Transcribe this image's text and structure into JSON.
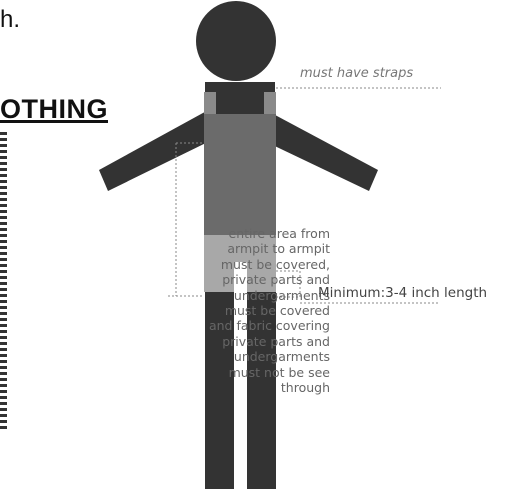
{
  "fragments": {
    "top_text": "h.",
    "heading_text": "OTHING"
  },
  "figure": {
    "colors": {
      "body": "#333333",
      "top": "#6b6b6b",
      "shorts": "#a8a8a8",
      "guide": "#888888"
    }
  },
  "annotations": {
    "straps": "must have straps",
    "coverage": "entire area from\narmpit to armpit\nmust be covered,\nprivate parts and\nundergarments\nmust be covered\nand fabric covering\nprivate parts and\nundergarments\nmust not be see\nthrough",
    "minimum_length": "Minimum:3-4 inch length"
  }
}
